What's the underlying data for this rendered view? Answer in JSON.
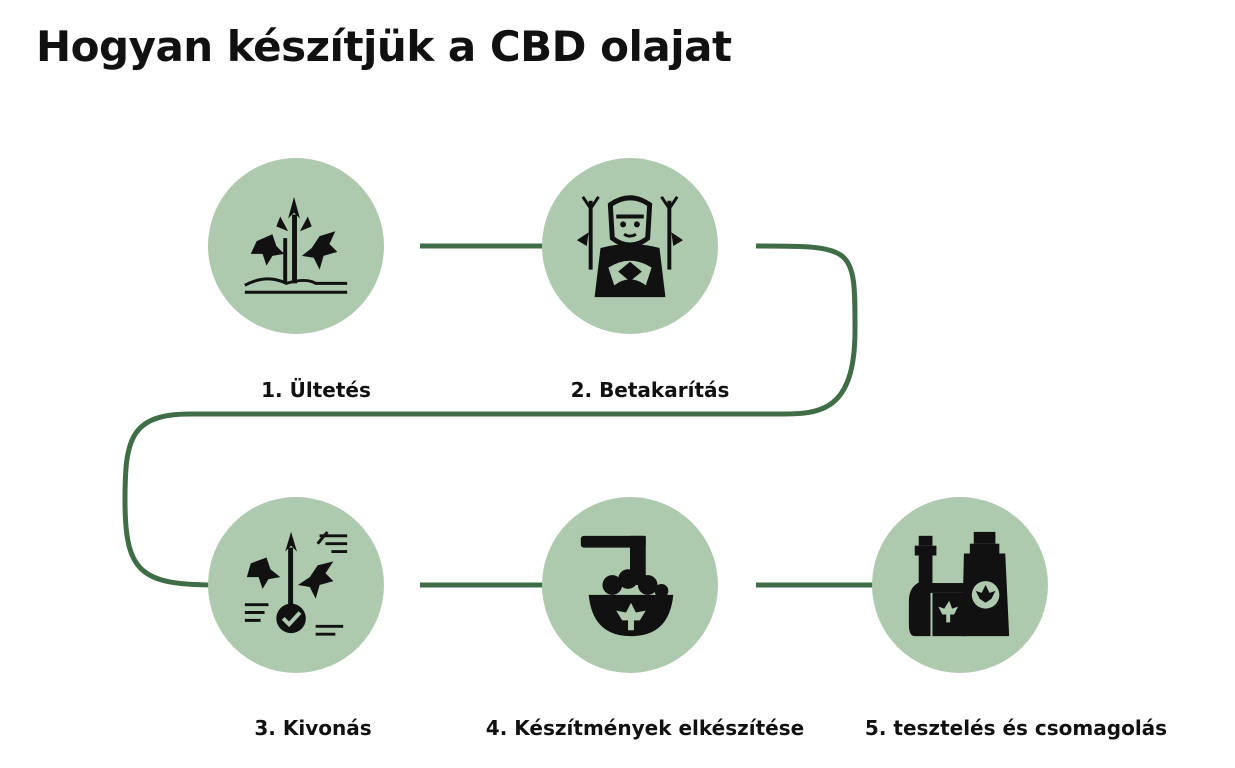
{
  "title": "Hogyan készítjük a CBD olajat",
  "colors": {
    "circle": "#adc9ae",
    "connector": "#3f6d46",
    "icon": "#111111"
  },
  "steps": [
    {
      "label": "1. Ültetés",
      "icon": "plant-icon"
    },
    {
      "label": "2. Betakarítás",
      "icon": "harvester-icon"
    },
    {
      "label": "3. Kivonás",
      "icon": "extraction-icon"
    },
    {
      "label": "4. Készítmények elkészítése",
      "icon": "mixing-bowl-icon"
    },
    {
      "label": "5. tesztelés és csomagolás",
      "icon": "packaging-icon"
    }
  ]
}
